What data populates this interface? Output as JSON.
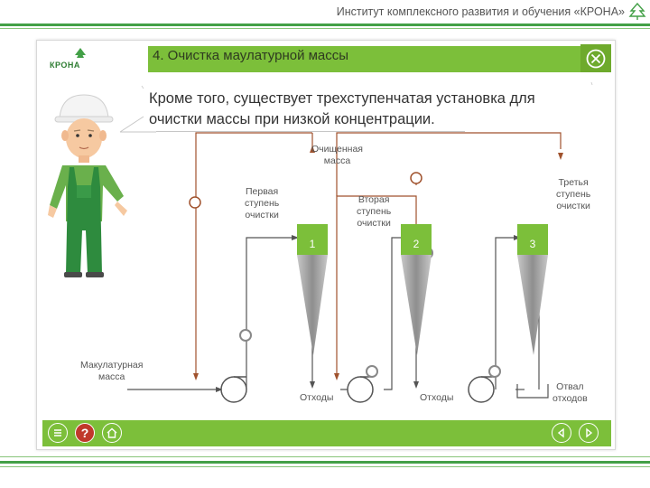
{
  "page": {
    "institute_title": "Институт комплексного развития и обучения «КРОНА»"
  },
  "lesson": {
    "brand_name": "КРОНА",
    "title": "4. Очистка маулатурной массы",
    "text_line1": "Кроме того, существует трехступенчатая установка для",
    "text_line2": "очистки массы при низкой концентрации."
  },
  "diagram": {
    "clean_mass": [
      "Очищенная",
      "масса"
    ],
    "stage1": [
      "Первая",
      "ступень",
      "очистки"
    ],
    "stage2": [
      "Вторая",
      "ступень",
      "очистки"
    ],
    "stage3": [
      "Третья",
      "ступень",
      "очистки"
    ],
    "input": [
      "Макулатурная",
      "масса"
    ],
    "waste1": "Отходы",
    "waste2": "Отходы",
    "discharge": [
      "Отвал",
      "отходов"
    ],
    "cone_numbers": [
      "1",
      "2",
      "3"
    ]
  },
  "colors": {
    "accent_green": "#7cbf3a",
    "band_green": "#43a047",
    "flow_brown": "#a0522d",
    "cone_gray": "#a8a8a8",
    "help_red": "#c0392b"
  },
  "icons": {
    "close": "close-x-icon",
    "menu": "list-icon",
    "help": "question-icon",
    "home": "home-icon",
    "back": "arrow-left-icon",
    "forward": "arrow-right-icon"
  },
  "footer": {
    "help_label": "?"
  }
}
